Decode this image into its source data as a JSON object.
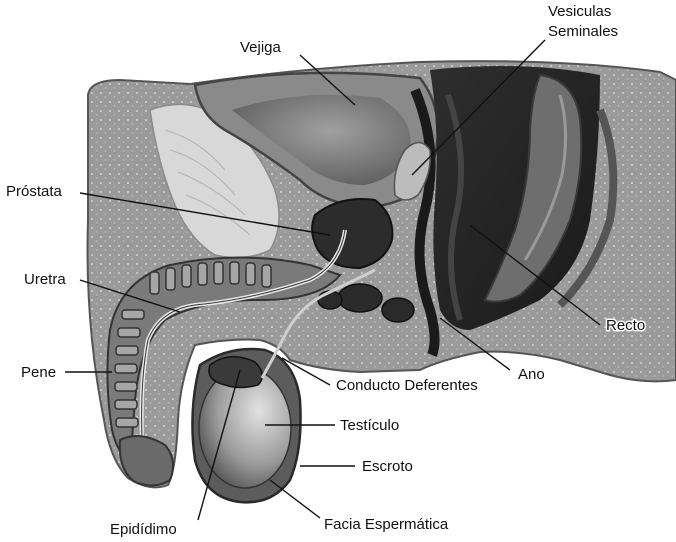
{
  "labels": {
    "vesiculas_line1": "Vesiculas",
    "vesiculas_line2": "Seminales",
    "vejiga": "Vejiga",
    "prostata": "Próstata",
    "uretra": "Uretra",
    "pene": "Pene",
    "conducto": "Conducto Deferentes",
    "ano": "Ano",
    "recto": "Recto",
    "testiculo": "Testículo",
    "escroto": "Escroto",
    "epididimo": "Epidídimo",
    "facia": "Facia Espermática"
  }
}
